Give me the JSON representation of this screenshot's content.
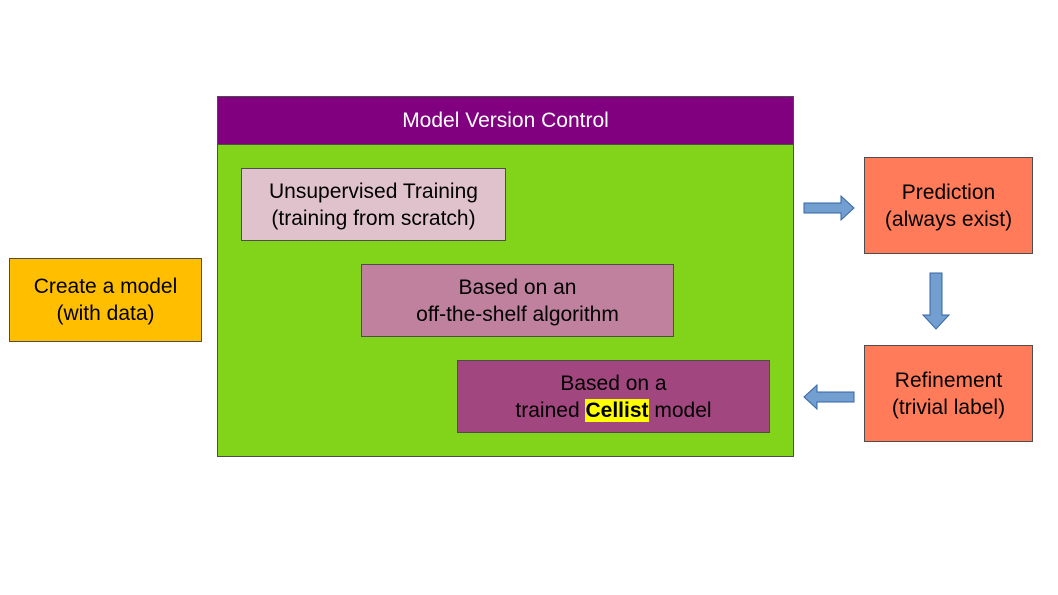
{
  "create_model": {
    "line1": "Create a model",
    "line2": "(with data)"
  },
  "version_control": {
    "title": "Model Version Control",
    "unsupervised": {
      "line1": "Unsupervised Training",
      "line2": "(training from scratch)"
    },
    "off_the_shelf": {
      "line1": "Based on an",
      "line2": "off-the-shelf algorithm"
    },
    "cellist_model": {
      "line1": "Based on a",
      "line2_prefix": "trained",
      "line2_highlight": "Cellist",
      "line2_suffix": "model"
    }
  },
  "prediction": {
    "line1": "Prediction",
    "line2": "(always exist)"
  },
  "refinement": {
    "line1": "Refinement",
    "line2": "(trivial label)"
  },
  "colors": {
    "create_fill": "#ffbf00",
    "header_fill": "#800080",
    "container_fill": "#81d41a",
    "unsupervised_fill": "#e0c2cd",
    "off_the_shelf_fill": "#bf819e",
    "cellist_fill": "#a1467e",
    "prediction_fill": "#ff7b59",
    "refinement_fill": "#ff7b59",
    "arrow_fill": "#729fcf",
    "arrow_stroke": "#3465a4",
    "highlight": "#ffff00"
  }
}
